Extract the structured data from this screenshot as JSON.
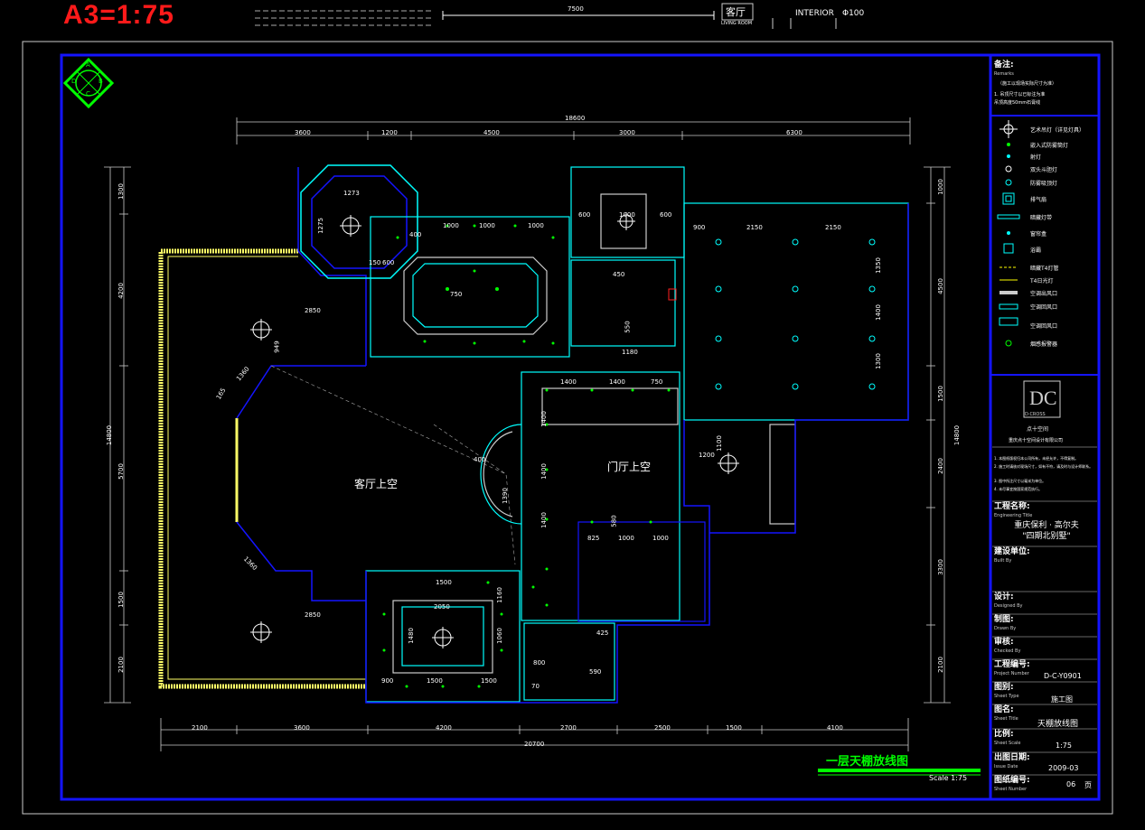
{
  "header": {
    "scale_title": "A3=1:75",
    "dim_7500": "7500",
    "room_stamp": "客厅",
    "room_stamp_sub": "LIVING ROOM",
    "stamp_label": "INTERIOR",
    "stamp_code": "Φ100"
  },
  "plan": {
    "rooms": {
      "living": "客厅上空",
      "foyer": "门厅上空"
    },
    "dims_top": [
      "18600",
      "3600",
      "1200",
      "4500",
      "3000",
      "6300"
    ],
    "dims_bottom": [
      "2100",
      "3600",
      "4200",
      "2700",
      "2500",
      "1500",
      "4100",
      "20700"
    ],
    "dims_left": [
      "14800",
      "1300",
      "4200",
      "5700",
      "1500",
      "2100"
    ],
    "dims_right": [
      "14800",
      "1000",
      "4500",
      "1500",
      "2400",
      "3300",
      "2100"
    ],
    "dims_inner": [
      "2850",
      "2850",
      "1273",
      "1275",
      "750",
      "2150",
      "2150",
      "1350",
      "1400",
      "1300",
      "900",
      "1200",
      "1100",
      "825",
      "1000",
      "1000",
      "580",
      "1400",
      "1400",
      "750",
      "1400",
      "1400",
      "1400",
      "1390",
      "1500",
      "1500",
      "1500",
      "900",
      "2050",
      "1480",
      "1060",
      "1160",
      "425",
      "590",
      "800",
      "949",
      "1360",
      "165",
      "1360",
      "600",
      "1000",
      "600",
      "1000",
      "1000",
      "1000",
      "400",
      "150",
      "600",
      "450",
      "550",
      "400",
      "1180",
      "70"
    ]
  },
  "footer": {
    "drawing_title": "一层天棚放线图",
    "drawing_scale": "Scale 1:75"
  },
  "legend": {
    "remarks_title": "备注:",
    "remarks_sub": "Remarks",
    "remarks_lines": [
      "（施工以现场实际尺寸为准）",
      "1. 吊顶尺寸以已标注为准",
      "   吊顶高度50mm石膏线"
    ],
    "items": [
      "艺术吊灯（详见灯具）",
      "嵌入式防雾筒灯",
      "射灯",
      "双头斗胆灯",
      "防雾吸顶灯",
      "排气扇",
      "暗藏灯带",
      "窗帘盒",
      "浴霸",
      "暗藏T4灯管",
      "T4日光灯",
      "空调出风口",
      "空调回风口",
      "空调回风口",
      "烟感报警器"
    ]
  },
  "title_block": {
    "logo_text": "DC",
    "logo_sub": "D·CROSS",
    "company": "点十空间",
    "company_sub": "重庆点十空间设计有限公司",
    "notes": [
      "1. 本图纸版权归本公司所有，未经允许，不得复制。",
      "2. 施工时请核对现场尺寸，如有不符，请及时与设计师联系。",
      "3. 图中所注尺寸以毫米为单位。",
      "4. 未尽事宜按国家规范执行。"
    ],
    "project_label": "工程名称:",
    "project_sub": "Engineering Title",
    "project_name1": "重庆保利 · 高尔夫",
    "project_name2": "\"四期北别墅\"",
    "client_label": "建设单位:",
    "client_sub": "Built By",
    "designer_label": "设计:",
    "designer_sub": "Designed By",
    "drawn_label": "制图:",
    "drawn_sub": "Drawn By",
    "checked_label": "审核:",
    "checked_sub": "Checked By",
    "projno_label": "工程编号:",
    "projno_sub": "Project Number",
    "projno_val": "D-C-Y0901",
    "type_label": "图别:",
    "type_sub": "Sheet Type",
    "type_val": "施工图",
    "name_label": "图名:",
    "name_sub": "Sheet Title",
    "name_val": "天棚放线图",
    "scale_label": "比例:",
    "scale_sub": "Sheet Scale",
    "scale_val": "1:75",
    "date_label": "出图日期:",
    "date_sub": "Issue Date",
    "date_val": "2009-03",
    "sheet_label": "图纸编号:",
    "sheet_sub": "Sheet Number",
    "sheet_val": "06",
    "sheet_unit": "页"
  },
  "compass": [
    "A",
    "B",
    "C",
    "D"
  ],
  "colors": {
    "frame": "#1414ff",
    "walls": "#00ffff",
    "dims": "#ffffff",
    "lights": "#00ff00",
    "trim": "#ffff66",
    "title_bar": "#00ff00",
    "scale_title": "#ff1a1a"
  }
}
